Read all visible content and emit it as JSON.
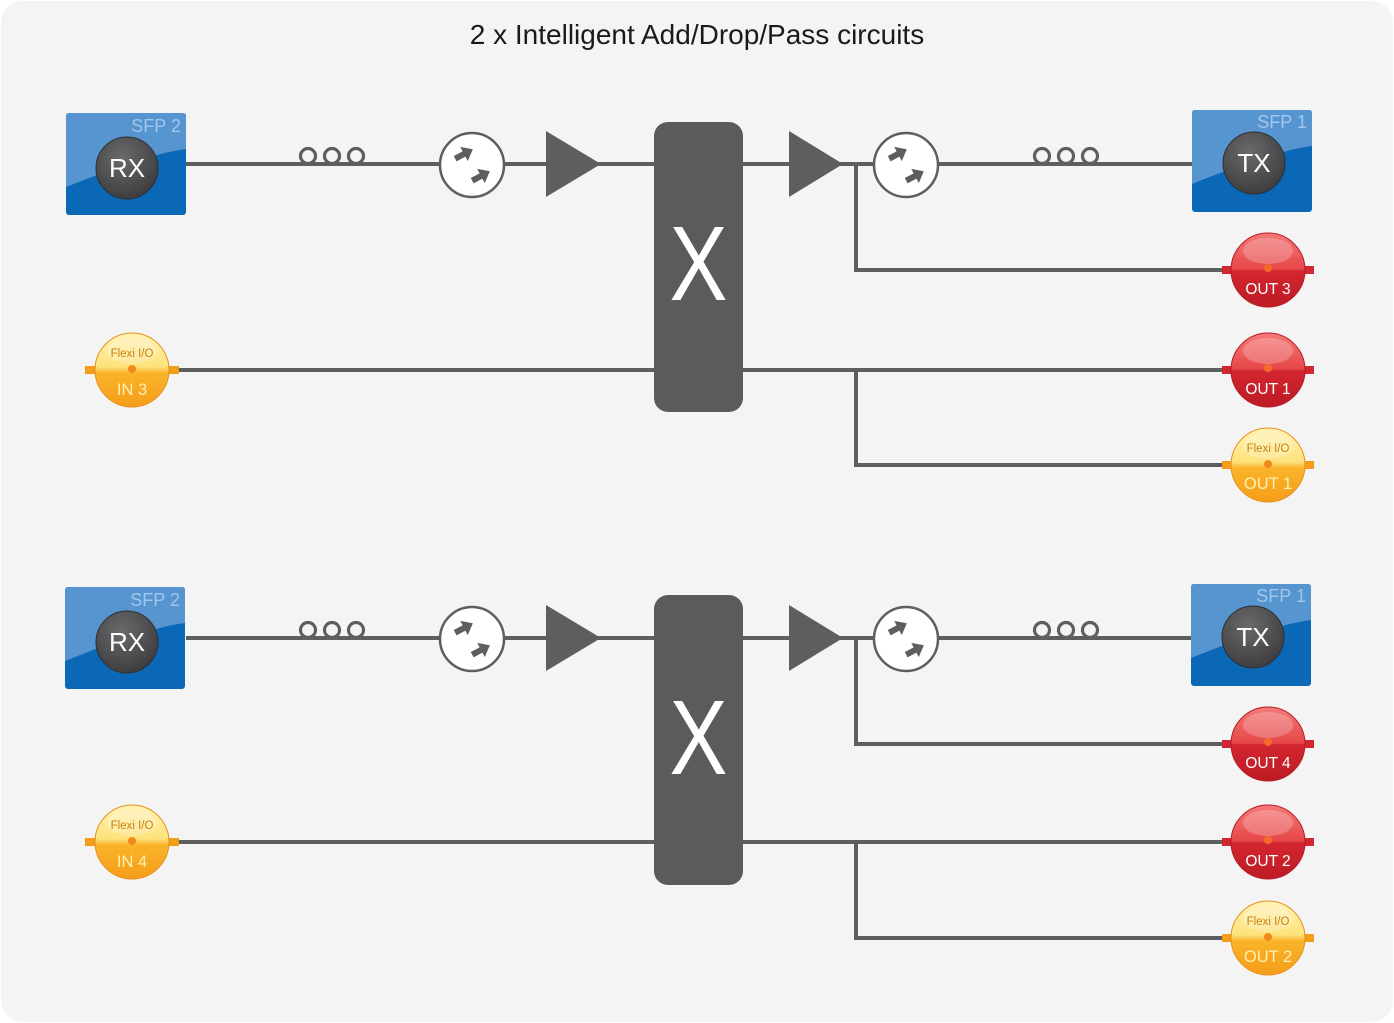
{
  "title": "2 x Intelligent Add/Drop/Pass circuits",
  "circuits": [
    {
      "rx": {
        "sfp_label": "SFP 2",
        "port_label": "RX"
      },
      "tx": {
        "sfp_label": "SFP 1",
        "port_label": "TX"
      },
      "cross_connect_label": "X",
      "add_port": {
        "icon": "flexi-io-port-icon",
        "type_label": "Flexi I/O",
        "label": "IN 3"
      },
      "drop_ports": [
        {
          "icon": "output-port-icon",
          "label": "OUT 3"
        },
        {
          "icon": "output-port-icon",
          "label": "OUT 1"
        },
        {
          "icon": "flexi-io-port-icon",
          "type_label": "Flexi I/O",
          "label": "OUT 1"
        }
      ]
    },
    {
      "rx": {
        "sfp_label": "SFP 2",
        "port_label": "RX"
      },
      "tx": {
        "sfp_label": "SFP 1",
        "port_label": "TX"
      },
      "cross_connect_label": "X",
      "add_port": {
        "icon": "flexi-io-port-icon",
        "type_label": "Flexi I/O",
        "label": "IN 4"
      },
      "drop_ports": [
        {
          "icon": "output-port-icon",
          "label": "OUT 4"
        },
        {
          "icon": "output-port-icon",
          "label": "OUT 2"
        },
        {
          "icon": "flexi-io-port-icon",
          "type_label": "Flexi I/O",
          "label": "OUT 2"
        }
      ]
    }
  ],
  "icons": {
    "sfp_module": "sfp-module-icon",
    "fiber_coil": "fiber-coil-icon",
    "attenuator": "attenuator-icon",
    "amplifier": "amplifier-icon",
    "cross_connect": "cross-connect-switch-icon",
    "output_port": "output-port-icon",
    "flexi_port": "flexi-io-port-icon"
  },
  "colors": {
    "background": "#f4f4f4",
    "title_text": "#1a1a1a",
    "line": "#5e5e5e",
    "switch_body": "#5b5b5d",
    "switch_text": "#ffffff",
    "sfp_blue": "#0a68b6",
    "sfp_blue_light": "#5d99d2",
    "sfp_label": "#a3c6ec",
    "port_dark": "#444446",
    "port_text": "#ffffff",
    "out_red": "#d32630",
    "out_red_light": "#f47a7a",
    "flexi_yellow": "#fde17a",
    "flexi_orange": "#f59d1a",
    "flexi_label": "#c8820f",
    "flexi_text": "#fff0b0"
  }
}
